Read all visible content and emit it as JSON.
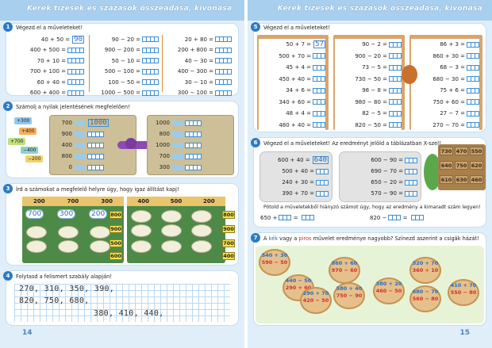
{
  "left_page": {
    "header": "Kerek tízesek és százasok összeadása, kivonása",
    "page_number": "14",
    "ex1": {
      "number": "1",
      "instruction": "Végezd el a műveleteket!",
      "columns": [
        [
          "40 + 50 =",
          "400 + 500 =",
          "70 + 10 =",
          "700 + 100 =",
          "60 + 40 =",
          "600 + 400 ="
        ],
        [
          "90 − 20 =",
          "900 − 200 =",
          "50 − 10 =",
          "500 − 100 =",
          "100 − 50 =",
          "1000 − 500 ="
        ],
        [
          "20 + 80 =",
          "200 + 800 =",
          "40 − 30 =",
          "400 − 300 =",
          "30 − 10 =",
          "300 − 100 ="
        ]
      ],
      "sample_answer": "90"
    },
    "ex2": {
      "number": "2",
      "instruction": "Számolj a nyilak jelentésének megfelelően!",
      "arrows": [
        "+300",
        "+400",
        "+700",
        "−400",
        "−200"
      ],
      "left_column": [
        "700",
        "900",
        "400",
        "800",
        "0"
      ],
      "right_column": [
        "1000",
        "800",
        "1000",
        "700",
        "300"
      ],
      "sample_answer": "1000"
    },
    "ex3": {
      "number": "3",
      "instruction": "Írd a számokat a megfelelő helyre úgy, hogy igaz állítást kapj!",
      "left_numbers": [
        "200",
        "700",
        "300"
      ],
      "left_expression": [
        "700",
        "300",
        "200"
      ],
      "left_results": [
        "800",
        "900",
        "500",
        "600"
      ],
      "right_numbers": [
        "400",
        "500",
        "200"
      ],
      "right_results": [
        "800",
        "900",
        "700",
        "400"
      ]
    },
    "ex4": {
      "number": "4",
      "instruction": "Folytasd a felismert szabály alapján!",
      "lines": [
        "270, 310, 350, 390,",
        "820, 750, 680,",
        "380, 410, 440,"
      ]
    }
  },
  "right_page": {
    "header": "Kerek tízesek és százasok összeadása, kivonása",
    "page_number": "15",
    "ex5": {
      "number": "5",
      "instruction": "Végezd el a műveleteket!",
      "columns": [
        [
          "50 + 7 =",
          "500 + 70 =",
          "45 + 4 =",
          "450 + 40 =",
          "34 + 6 =",
          "340 + 60 =",
          "48 + 4 =",
          "480 + 40 ="
        ],
        [
          "90 − 2 =",
          "900 − 20 =",
          "73 − 5 =",
          "730 − 50 =",
          "98 − 8 =",
          "980 − 80 =",
          "82 − 5 =",
          "820 − 50 ="
        ],
        [
          "86 + 3 =",
          "860 + 30 =",
          "68 − 3 =",
          "680 − 30 =",
          "75 + 6 =",
          "750 + 60 =",
          "27 − 7 =",
          "270 − 70 ="
        ]
      ],
      "sample_answer": "57"
    },
    "ex6": {
      "number": "6",
      "instruction": "Végezd el a műveleteket! Az eredményt jelöld a táblázatban X-szel!",
      "column_a": [
        "600 + 40 =",
        "500 + 40 =",
        "240 + 30 =",
        "390 + 70 ="
      ],
      "column_b": [
        "600 − 90 =",
        "690 − 70 =",
        "650 − 20 =",
        "570 − 90 ="
      ],
      "sample_answer": "640",
      "board": [
        "730",
        "470",
        "550",
        "640",
        "750",
        "620",
        "610",
        "630",
        "460"
      ],
      "instruction2": "Pótold a műveletekből hiányzó számot úgy, hogy az eredmény a kimaradt szám legyen!",
      "missing_a": "650 +",
      "missing_b": "820 −"
    },
    "ex7": {
      "number": "7",
      "instruction_parts": [
        "A ",
        "kék",
        " vagy a ",
        "piros",
        " művelet eredménye nagyobb? Színezd aszerint a csigák házát!"
      ],
      "shells": [
        {
          "blue": "540 + 30",
          "red": "590 − 50"
        },
        {
          "blue": "440 − 50",
          "red": "290 + 60"
        },
        {
          "blue": "860 + 60",
          "red": "970 − 60"
        },
        {
          "blue": "290 + 70",
          "red": "420 − 50"
        },
        {
          "blue": "580 + 40",
          "red": "750 − 90"
        },
        {
          "blue": "380 + 20",
          "red": "460 − 50"
        },
        {
          "blue": "320 + 70",
          "red": "360 + 10"
        },
        {
          "blue": "680 − 70",
          "red": "560 − 80"
        },
        {
          "blue": "410 + 70",
          "red": "550 − 80"
        }
      ]
    }
  },
  "colors": {
    "accent_blue": "#2d7ac3",
    "header_blue": "#a9cfee",
    "pillar_orange": "#d9902f",
    "blue_text": "#2a6cc0",
    "red_text": "#d0312d"
  }
}
